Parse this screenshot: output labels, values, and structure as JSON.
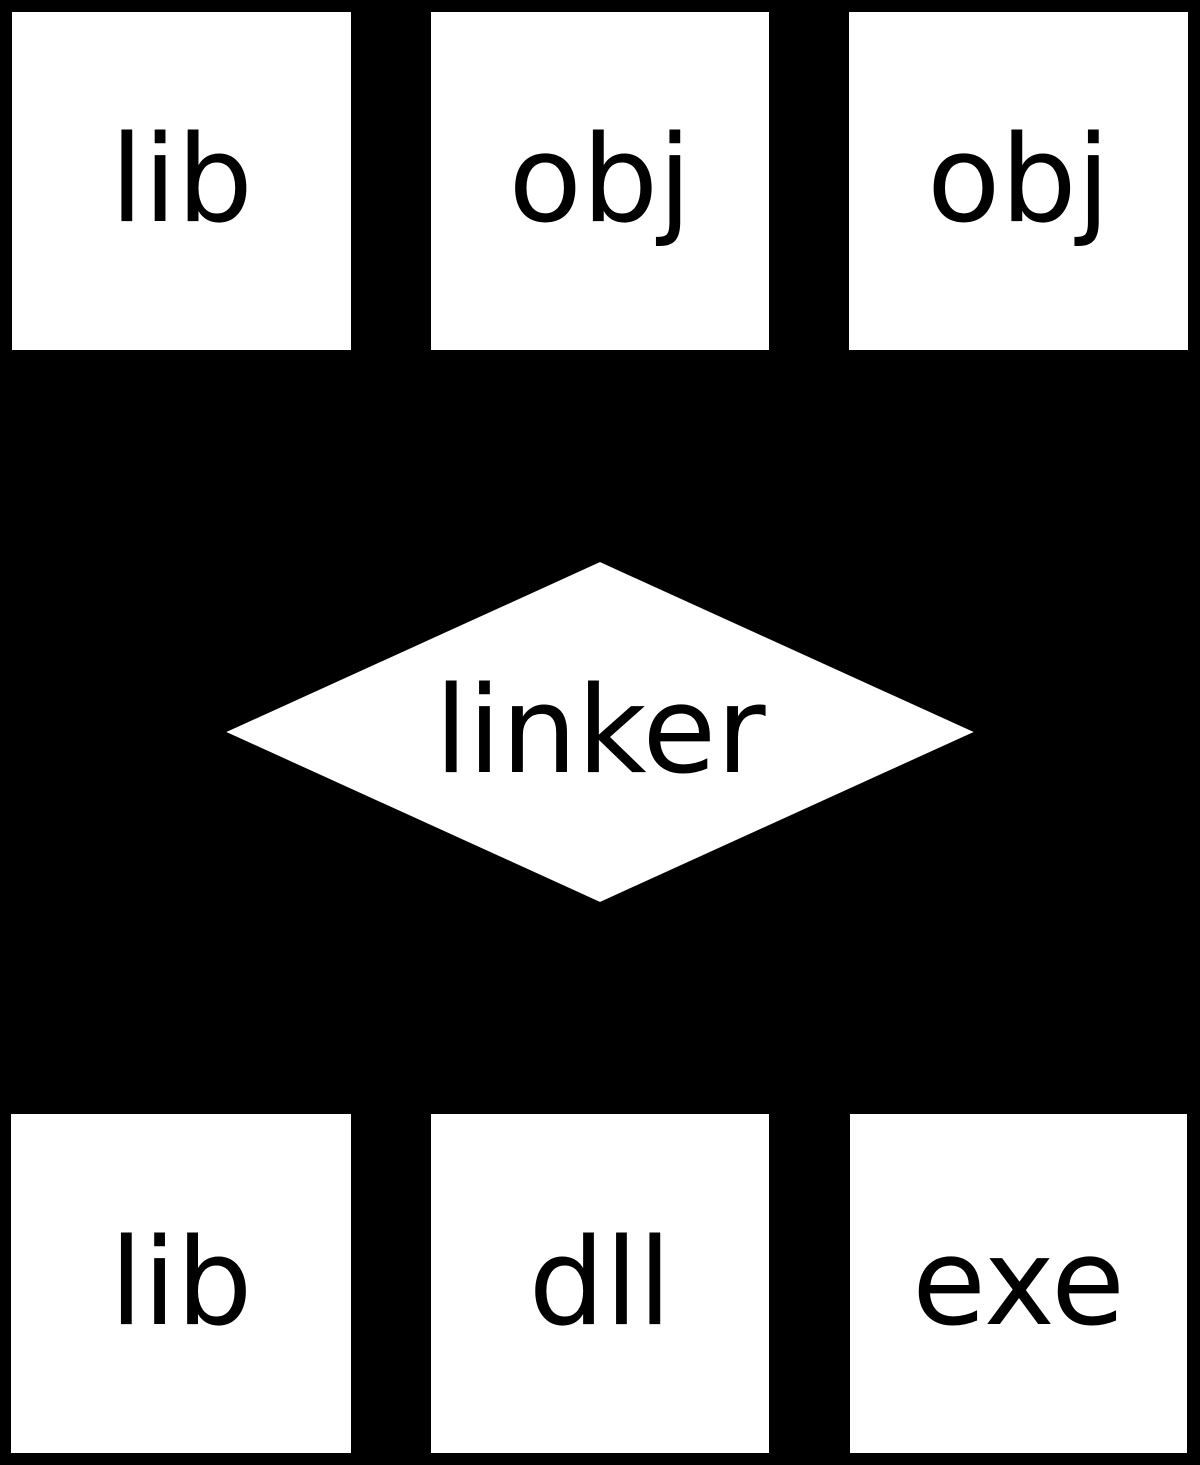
{
  "diagram": {
    "description": "Linker flow diagram: input object files and library feed a linker, producing lib, dll and exe outputs",
    "colors": {
      "background": "#000000",
      "node_fill": "#ffffff",
      "node_text": "#000000"
    },
    "nodes": {
      "top_row": [
        {
          "label": "lib",
          "shape": "box"
        },
        {
          "label": "obj",
          "shape": "box"
        },
        {
          "label": "obj",
          "shape": "box"
        }
      ],
      "center": {
        "label": "linker",
        "shape": "diamond"
      },
      "bottom_row": [
        {
          "label": "lib",
          "shape": "box"
        },
        {
          "label": "dll",
          "shape": "box"
        },
        {
          "label": "exe",
          "shape": "box"
        }
      ]
    }
  }
}
